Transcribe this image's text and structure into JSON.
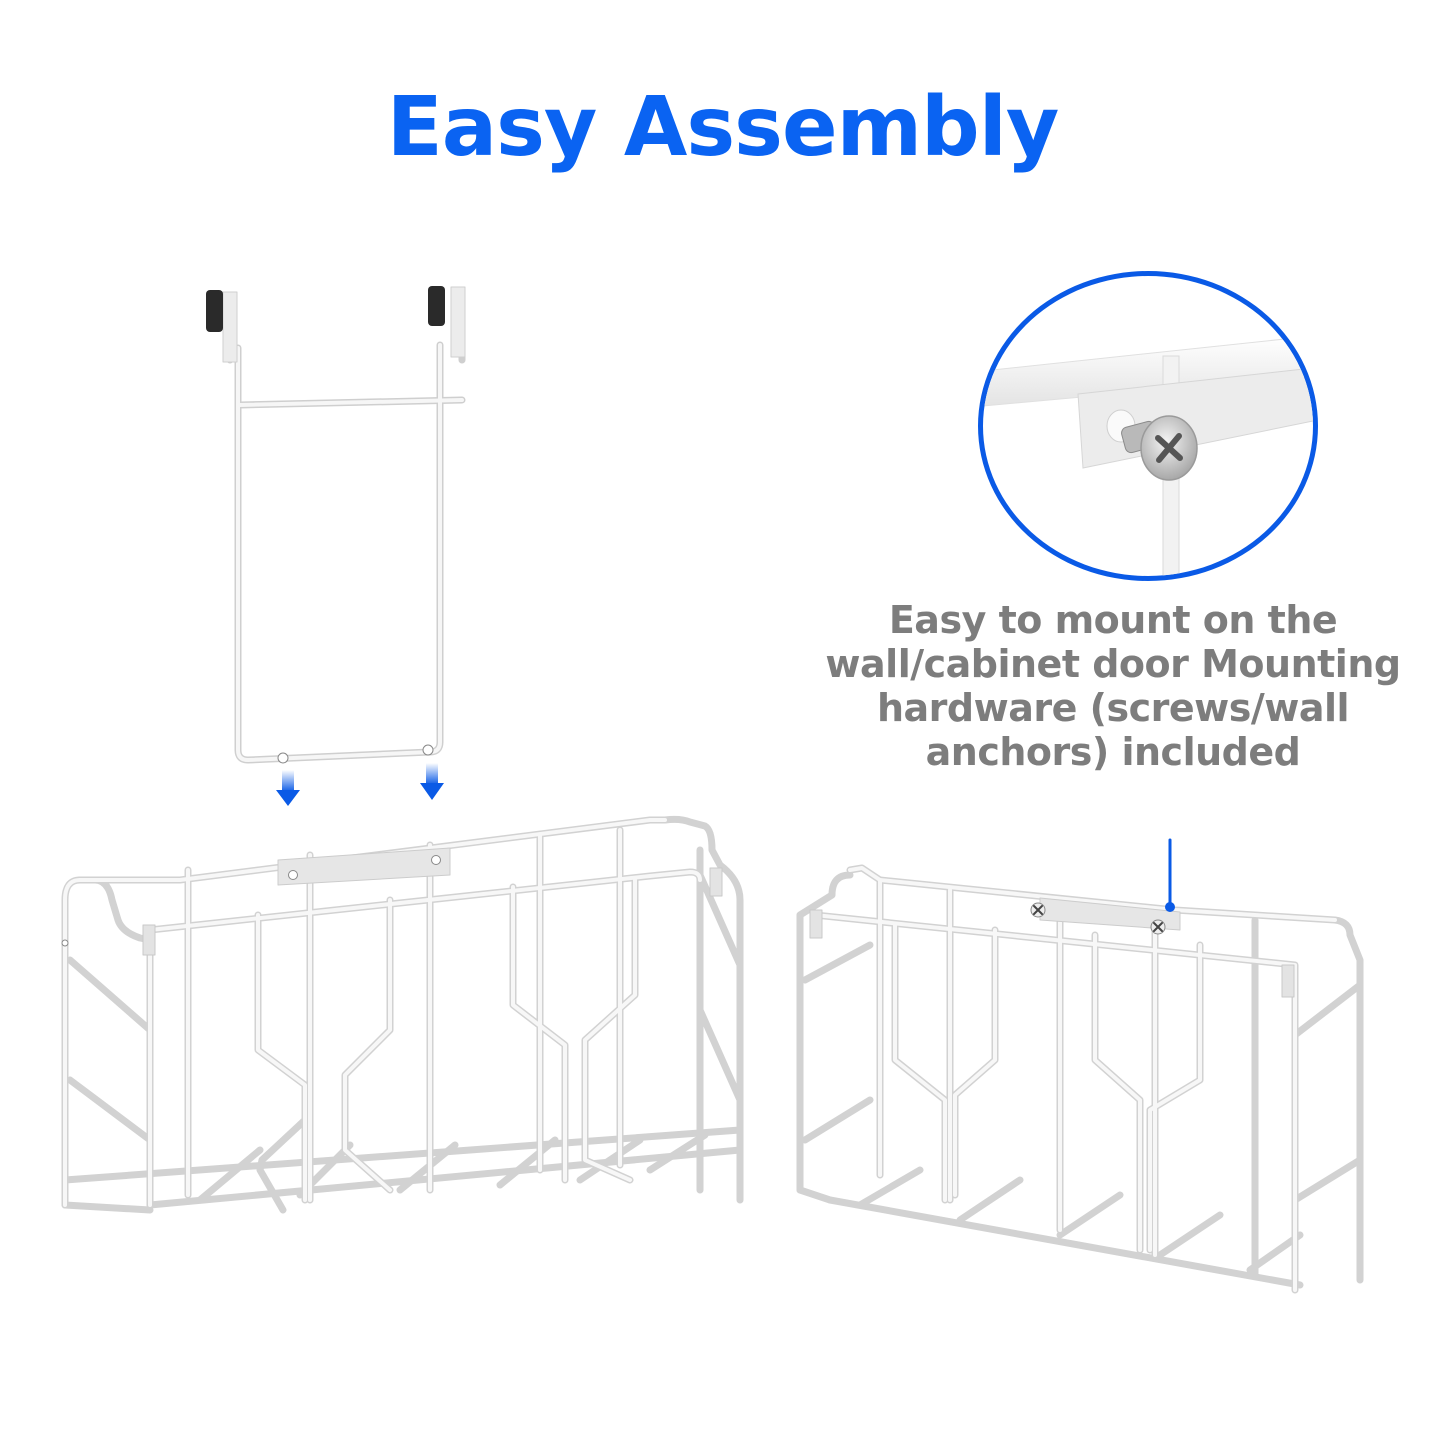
{
  "title": "Easy Assembly",
  "colors": {
    "accent_blue": "#0a63f2",
    "caption_gray": "#7d7d7d",
    "wire_white": "#f4f4f4",
    "wire_outline": "#c9c9c9",
    "hook_pad": "#2a2a2a"
  },
  "callout": {
    "lines": [
      "Easy to mount on the",
      "wall/cabinet door Mounting",
      "hardware (screws/wall",
      "anchors) included"
    ]
  },
  "illustrations": {
    "door_hanger": "over-the-door-hook-frame",
    "arrows": [
      "down-arrow-left",
      "down-arrow-right"
    ],
    "left_basket": "wire-basket-assembled-with-hook",
    "right_basket": "wire-basket-wall-mounted-with-screws",
    "zoom_detail": "screw-through-mounting-plate"
  }
}
